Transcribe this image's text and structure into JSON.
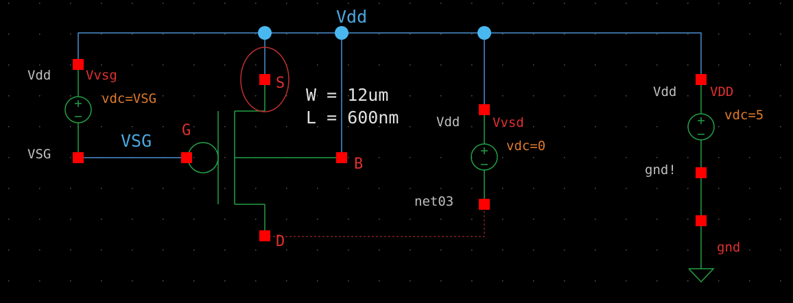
{
  "colors": {
    "background": "#000000",
    "grid_dot": "#5a5a5a",
    "wire": "#4a8fd1",
    "net_label": "#4aa8e0",
    "pin": "#ff0000",
    "pin_label": "#e03030",
    "device": "#22a045",
    "device_label": "#c0c0c0",
    "param": "#e07a2a",
    "node_dot": "#4ab8f0",
    "highlight": "#c03030",
    "white_text": "#e0e0e0"
  },
  "nets": {
    "vdd_top": "Vdd",
    "vsg_wire": "VSG"
  },
  "mosfet": {
    "terminal_s": "S",
    "terminal_g": "G",
    "terminal_b": "B",
    "terminal_d": "D",
    "width": "W = 12um",
    "length": "L = 600nm"
  },
  "source_vsg": {
    "name": "Vvsg",
    "param": "vdc=VSG",
    "pin_top": "Vdd",
    "pin_bottom": "VSG"
  },
  "source_vsd": {
    "name": "Vvsd",
    "param": "vdc=0",
    "pin_top": "Vdd",
    "pin_bottom": "net03"
  },
  "source_vdd": {
    "name": "VDD",
    "param": "vdc=5",
    "pin_top": "Vdd",
    "pin_bottom": "gnd!"
  },
  "ground": {
    "label": "gnd"
  }
}
